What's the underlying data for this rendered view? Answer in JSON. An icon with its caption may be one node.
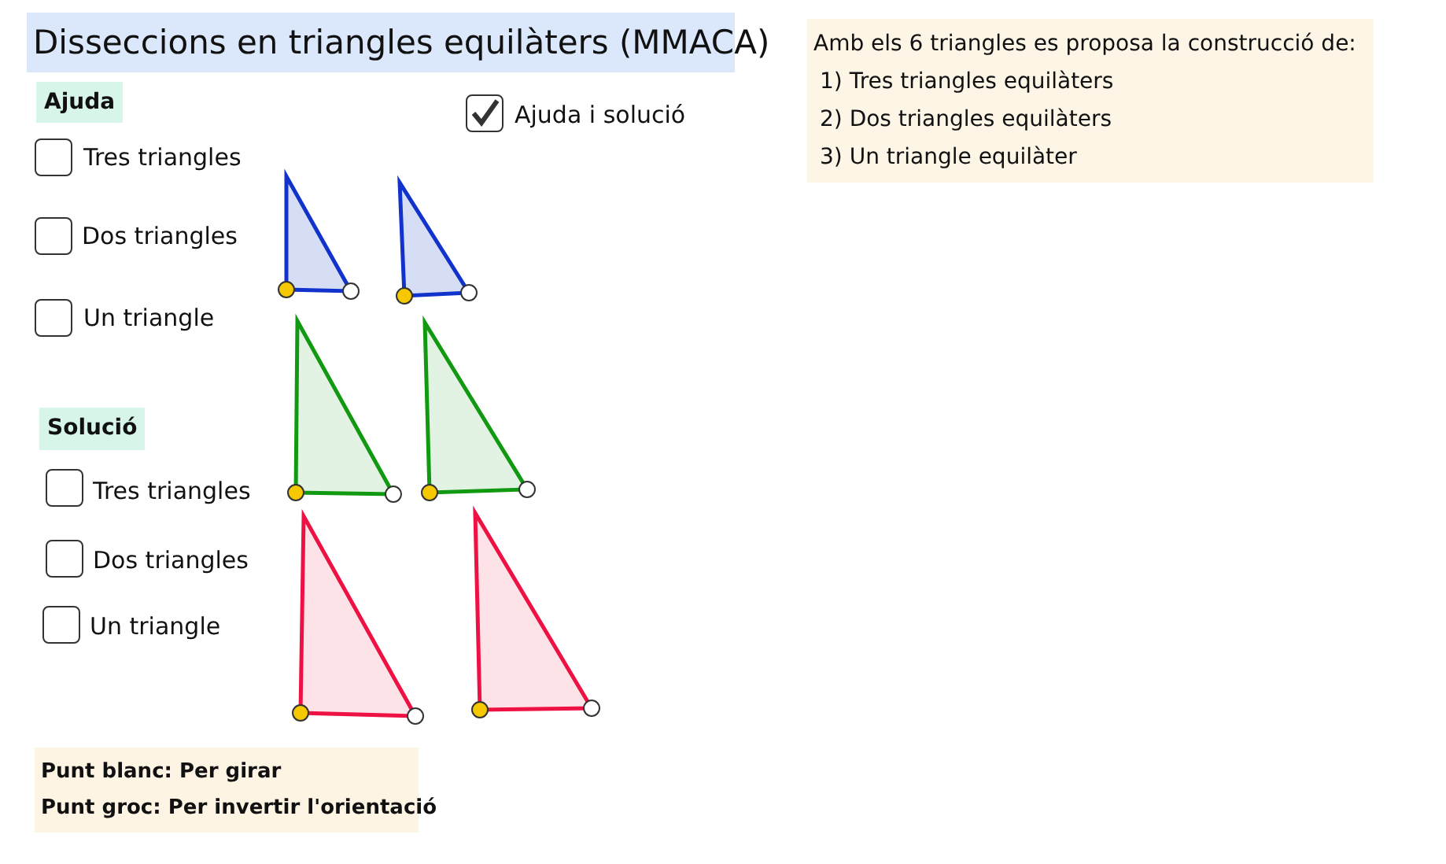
{
  "diagram": {
    "title": "Disseccions en triangles equilàters (MMACA)",
    "labels": [
      "Amb els 6 triangles es proposa la construcció de:",
      "1) Tres triangles equilàters",
      "2) Dos triangles equilàters",
      "3) Un triangle equilàter",
      "Ajuda",
      "Ajuda i solució",
      "Tres triangles",
      "Dos triangles",
      "Un triangle",
      "Solució",
      "Tres triangles",
      "Dos triangles",
      "Un triangle",
      "Punt blanc: Per girar",
      "Punt groc: Per invertir l'orientació"
    ]
  }
}
